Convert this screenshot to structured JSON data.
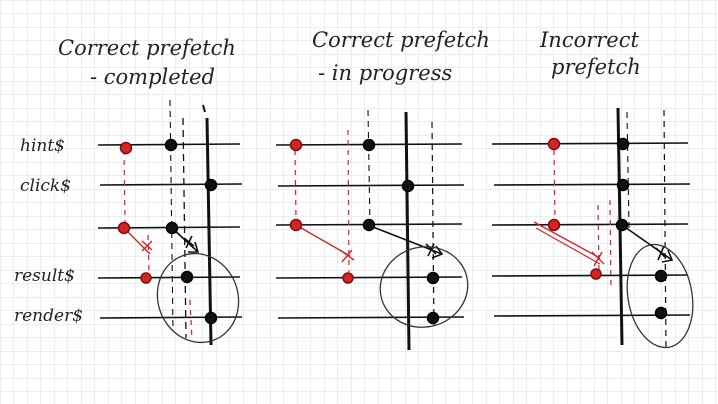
{
  "panels": [
    {
      "title_line1": "Correct prefetch",
      "title_line2": "- completed"
    },
    {
      "title_line1": "Correct prefetch",
      "title_line2": "- in progress"
    },
    {
      "title_line1": "Incorrect",
      "title_line2": "prefetch"
    }
  ],
  "rows": [
    {
      "label": "hint$"
    },
    {
      "label": "click$"
    },
    {
      "label": ""
    },
    {
      "label": "result$"
    },
    {
      "label": "render$"
    }
  ],
  "colors": {
    "grid": "#d6dde6",
    "ink": "#111111",
    "prefetch": "#d42424",
    "background": "#ffffff"
  },
  "markers": {
    "cancel": "X",
    "arrowhead": "↘"
  }
}
